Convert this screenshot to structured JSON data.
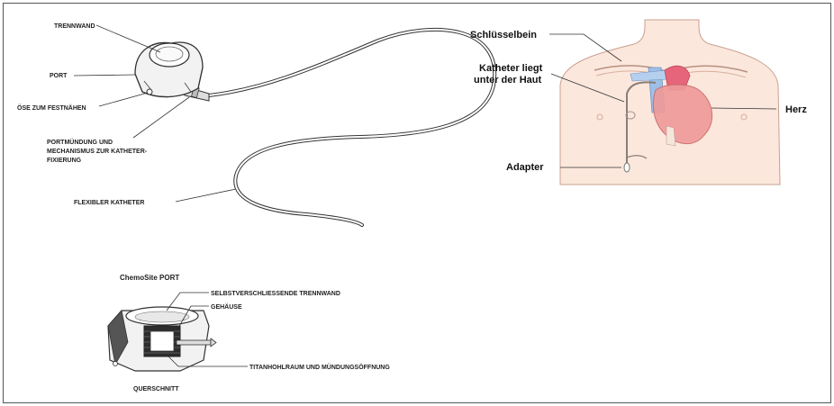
{
  "left_diagram": {
    "labels": {
      "trennwand": "TRENNWAND",
      "port": "PORT",
      "oese": "ÖSE ZUM FESTNÄHEN",
      "muendung_l1": "PORTMÜNDUNG UND",
      "muendung_l2": "MECHANISMUS ZUR KATHETER-",
      "muendung_l3": "FIXIERUNG",
      "katheter": "FLEXIBLER KATHETER"
    }
  },
  "cross_section": {
    "title": "ChemoSite PORT",
    "labels": {
      "trennwand": "SELBSTVERSCHLIESSENDE TRENNWAND",
      "gehaeuse": "GEHÄUSE",
      "titan": "TITANHOHLRAUM UND MÜNDUNGSÖFFNUNG",
      "caption": "QUERSCHNITT"
    }
  },
  "anatomy": {
    "labels": {
      "schluesselbein": "Schlüsselbein",
      "katheter_l1": "Katheter liegt",
      "katheter_l2": "unter der Haut",
      "herz": "Herz",
      "adapter": "Adapter"
    },
    "colors": {
      "skin": "#fbe7dc",
      "heart": "#ee9a9a",
      "vessel_blue": "#9fc0e6",
      "vessel_red": "#e7657a"
    }
  }
}
